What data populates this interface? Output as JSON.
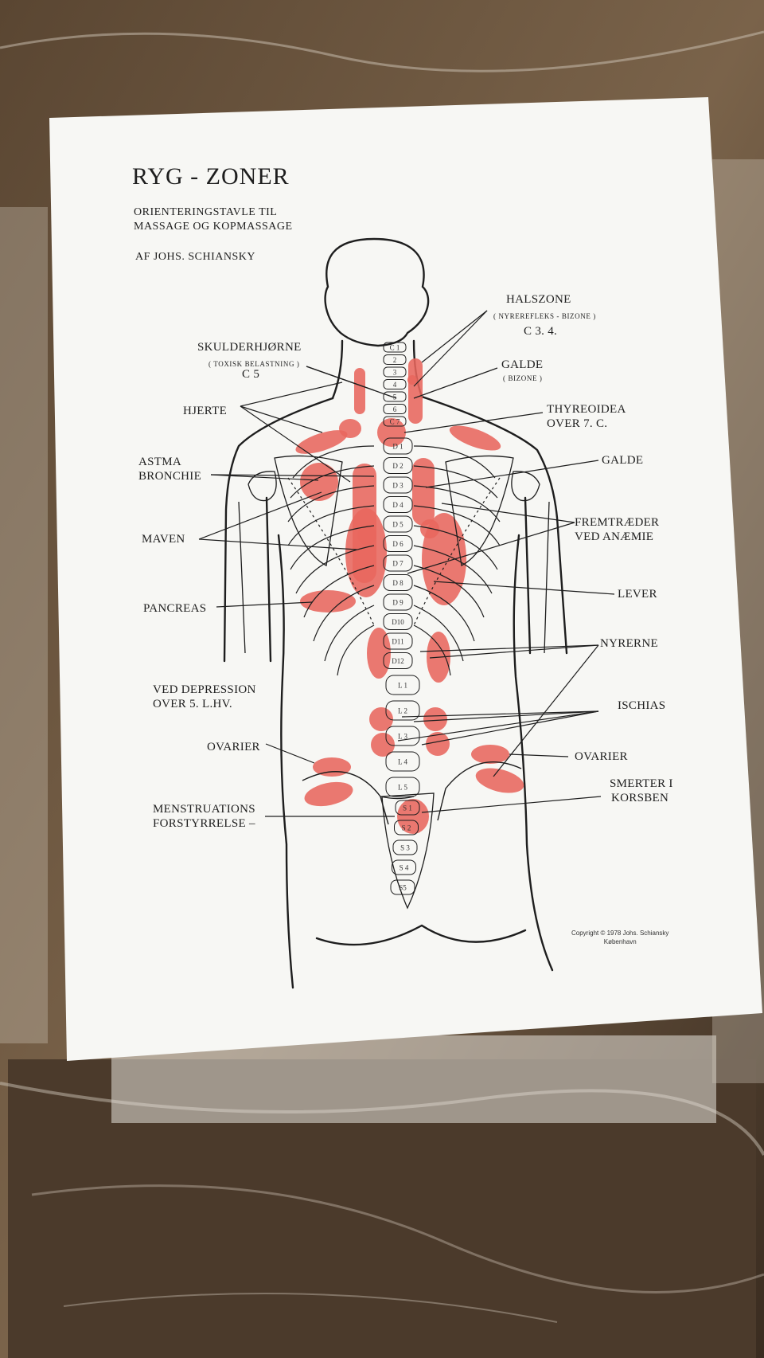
{
  "poster": {
    "title": "RYG - ZONER",
    "subtitle_line1": "ORIENTERINGSTAVLE  TIL",
    "subtitle_line2": "MASSAGE  OG  KOPMASSAGE",
    "author": "AF   JOHS.  SCHIANSKY",
    "copyright_line1": "Copyright © 1978 Johs. Schiansky",
    "copyright_line2": "København"
  },
  "labels": {
    "halszone": "HALSZONE",
    "halszone_sub": "( NYREREFLEKS - BIZONE )",
    "halszone_c": "C 3. 4.",
    "skulderhjorne": "SKULDERHJØRNE",
    "skulderhjorne_sub": "( TOXISK BELASTNING )",
    "skulderhjorne_c": "C 5",
    "galde_top": "GALDE",
    "galde_top_sub": "( BIZONE )",
    "hjerte": "HJERTE",
    "thyreoidea": "THYREOIDEA",
    "thyreoidea_over": "OVER      7. C.",
    "astma": "ASTMA",
    "bronchie": "BRONCHIE",
    "galde_right": "GALDE",
    "maven": "MAVEN",
    "fremtraeder": "FREMTRÆDER",
    "ved_anaemie": "VED  ANÆMIE",
    "pancreas": "PANCREAS",
    "lever": "LEVER",
    "nyrerne": "NYRERNE",
    "ved_depression": "VED  DEPRESSION",
    "over_5lhv": "OVER      5. L.HV.",
    "ischias": "ISCHIAS",
    "ovarier_left": "OVARIER",
    "ovarier_right": "OVARIER",
    "menstruations": "MENSTRUATIONS",
    "forstyrrelse": "FORSTYRRELSE  –",
    "smerter": "SMERTER  I",
    "korsben": "KORSBEN"
  },
  "vertebrae": {
    "cervical": [
      "C 1",
      "2",
      "3",
      "4",
      "5",
      "6",
      "C 7"
    ],
    "thoracic": [
      "D 1",
      "D 2",
      "D 3",
      "D 4",
      "D 5",
      "D 6",
      "D 7",
      "D 8",
      "D 9",
      "D10",
      "D11",
      "D12"
    ],
    "lumbar": [
      "L 1",
      "L 2",
      "L 3",
      "L 4",
      "L 5"
    ],
    "sacral": [
      "S 1",
      "S 2",
      "S 3",
      "S 4",
      "S5"
    ]
  },
  "colors": {
    "zone_red": "#e8665d",
    "paper": "#f7f7f4",
    "ink": "#1e1e1e"
  }
}
